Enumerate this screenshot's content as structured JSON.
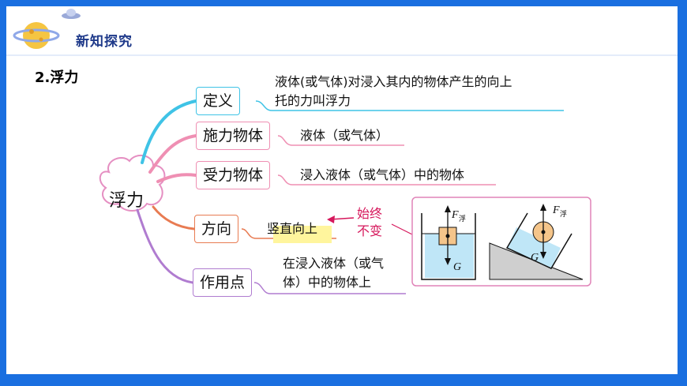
{
  "header": {
    "title": "新知探究"
  },
  "content": {
    "section_title": "2.浮力"
  },
  "mindmap": {
    "center": "浮力",
    "branches": [
      {
        "label": "定义",
        "detail_line1": "液体(或气体)对浸入其内的物体产生的向上",
        "detail_line2": "托的力叫浮力"
      },
      {
        "label": "施力物体",
        "detail": "液体（或气体）"
      },
      {
        "label": "受力物体",
        "detail": "浸入液体（或气体）中的物体"
      },
      {
        "label": "方向",
        "detail": "竖直向上"
      },
      {
        "label": "作用点",
        "detail_line1": "在浸入液体（或气",
        "detail_line2": "体）中的物体上"
      }
    ],
    "direction_note_line1": "始终",
    "direction_note_line2": "不变"
  },
  "diagram": {
    "left_up_label": "F",
    "left_up_sub": "浮",
    "left_down_label": "G",
    "right_up_label": "F",
    "right_up_sub": "浮",
    "right_down_label": "G"
  }
}
